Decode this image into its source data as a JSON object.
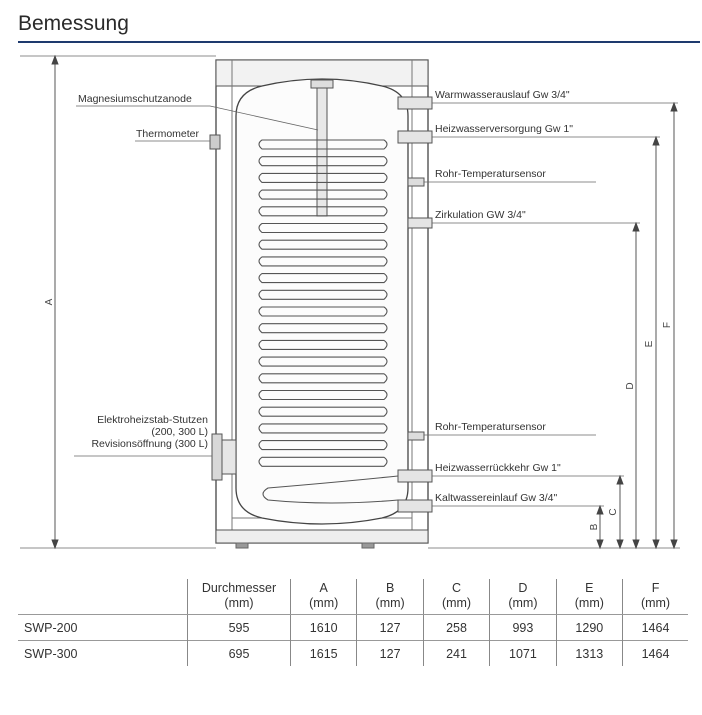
{
  "title": "Bemessung",
  "labels": {
    "magnesium": "Magnesiumschutzanode",
    "thermometer": "Thermometer",
    "heater_line1": "Elektroheizstab-Stutzen",
    "heater_line2": "(200, 300 L)",
    "heater_line3": "Revisionsöffnung (300 L)",
    "warmwater": "Warmwasserauslauf Gw 3/4\"",
    "heating_supply": "Heizwasserversorgung Gw 1\"",
    "temp_sensor_top": "Rohr-Temperatursensor",
    "circulation": "Zirkulation GW 3/4\"",
    "temp_sensor_bottom": "Rohr-Temperatursensor",
    "heating_return": "Heizwasserrückkehr Gw 1\"",
    "coldwater": "Kaltwassereinlauf Gw 3/4\""
  },
  "dims": {
    "A": "A",
    "B": "B",
    "C": "C",
    "D": "D",
    "E": "E",
    "F": "F"
  },
  "table": {
    "headers": [
      {
        "l1": "",
        "l2": ""
      },
      {
        "l1": "Durchmesser",
        "l2": "(mm)"
      },
      {
        "l1": "A",
        "l2": "(mm)"
      },
      {
        "l1": "B",
        "l2": "(mm)"
      },
      {
        "l1": "C",
        "l2": "(mm)"
      },
      {
        "l1": "D",
        "l2": "(mm)"
      },
      {
        "l1": "E",
        "l2": "(mm)"
      },
      {
        "l1": "F",
        "l2": "(mm)"
      }
    ],
    "rows": [
      [
        "SWP-200",
        "595",
        "1610",
        "127",
        "258",
        "993",
        "1290",
        "1464"
      ],
      [
        "SWP-300",
        "695",
        "1615",
        "127",
        "241",
        "1071",
        "1313",
        "1464"
      ]
    ]
  }
}
